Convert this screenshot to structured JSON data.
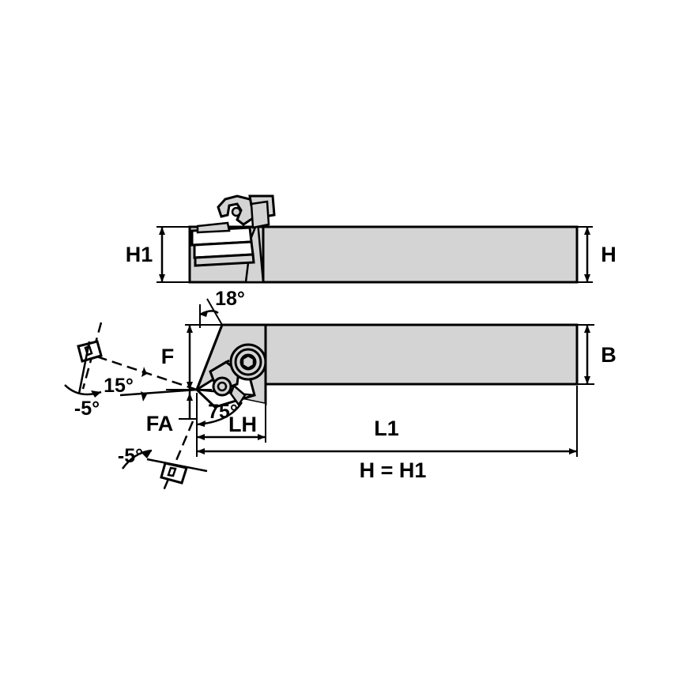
{
  "drawing": {
    "type": "engineering-drawing",
    "subject": "external-turning-toolholder",
    "views": [
      {
        "name": "side-elevation",
        "position": "top"
      },
      {
        "name": "plan-view",
        "position": "bottom"
      }
    ],
    "colors": {
      "body_fill": "#d4d4d4",
      "outline": "#000000",
      "background": "#ffffff",
      "text": "#000000"
    }
  },
  "labels": {
    "h1_left": "H1",
    "h_right": "H",
    "b_right": "B",
    "f": "F",
    "fa": "FA",
    "lh": "LH",
    "l1": "L1",
    "h_equals_h1": "H = H1",
    "angle_18": "18°",
    "angle_75": "75°",
    "angle_15": "15°",
    "angle_neg5_upper": "-5°",
    "angle_neg5_lower": "-5°"
  },
  "dimension_values": {
    "lead_angle": "18°",
    "approach_angle": "75°",
    "side_rake_reference": "15°",
    "back_rake_upper": "-5°",
    "back_rake_lower": "-5°"
  },
  "icons": {
    "insert_symbol_upper": "parallelogram-insert-icon",
    "insert_symbol_lower": "parallelogram-insert-icon",
    "clamp_screw": "clamp-screw-icon",
    "lever_pin": "lever-pin-icon"
  }
}
